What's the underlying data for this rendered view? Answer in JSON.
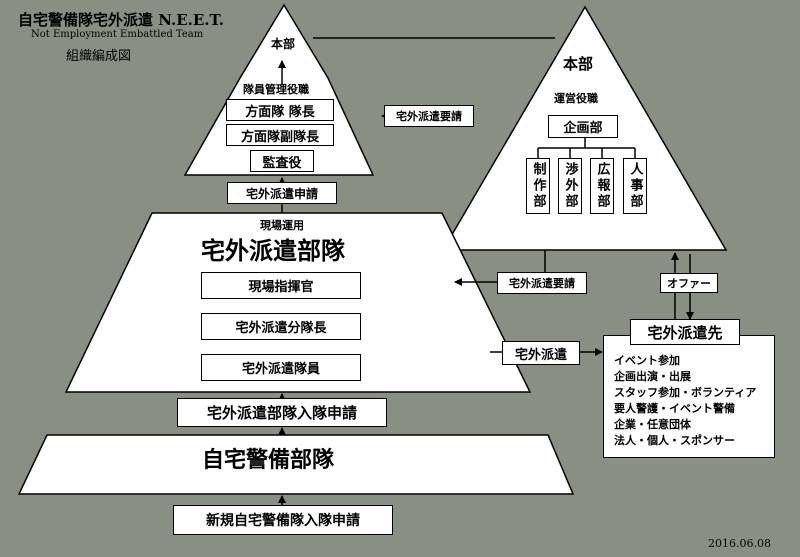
{
  "header": {
    "title": "自宅警備隊宅外派遣 N.E.E.T.",
    "subtitle": "Not Employment Embattled Team",
    "chart_name": "組織編成図"
  },
  "top_left_pyramid": {
    "apex_label": "本部",
    "section_label": "隊員管理役職",
    "roles": [
      "方面隊 隊長",
      "方面隊副隊長",
      "監査役"
    ]
  },
  "hq_pyramid": {
    "title": "本部",
    "section_label": "運営役職",
    "planning": "企画部",
    "departments": [
      "制作部",
      "渉外部",
      "広報部",
      "人事部"
    ]
  },
  "dispatch_pyramid": {
    "section_label": "現場運用",
    "title": "宅外派遣部隊",
    "ranks": [
      "現場指揮官",
      "宅外派遣分隊長",
      "宅外派遣隊員"
    ]
  },
  "base_unit": {
    "title": "自宅警備部隊"
  },
  "flows": {
    "dispatch_request_to_hq": "宅外派遣要請",
    "dispatch_application": "宅外派遣申請",
    "hq_dispatch_request": "宅外派遣要請",
    "offer": "オファー",
    "dispatch": "宅外派遣",
    "join_application": "宅外派遣部隊入隊申請",
    "new_application": "新規自宅警備隊入隊申請"
  },
  "destination": {
    "title": "宅外派遣先",
    "items": [
      "イベント参加",
      "企画出演・出展",
      "スタッフ参加・ボランティア",
      "要人警護・イベント警備",
      "企業・任意団体",
      "法人・個人・スポンサー"
    ]
  },
  "date": "2016.06.08",
  "colors": {
    "background": "#8a8f84",
    "shape_fill": "#ffffff",
    "stroke": "#000000"
  }
}
